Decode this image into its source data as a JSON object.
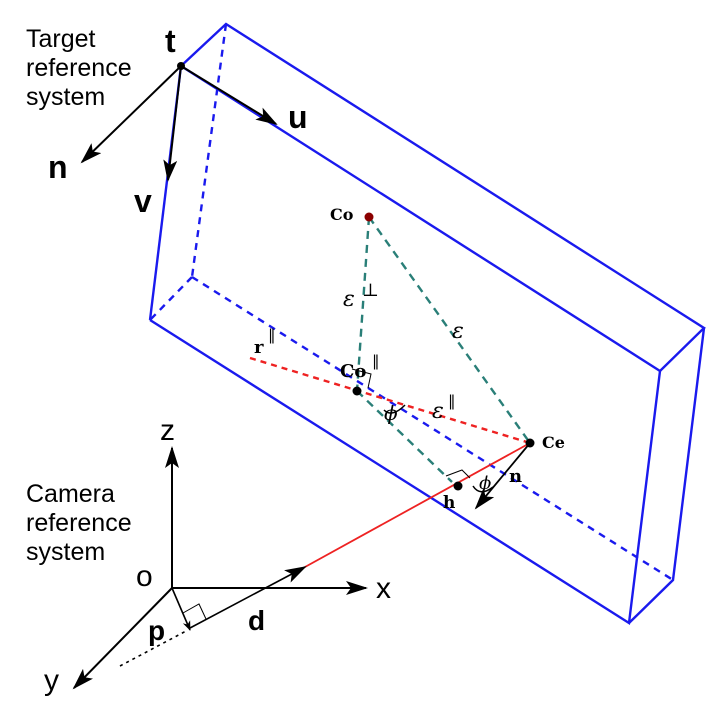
{
  "colors": {
    "box": "#1a1aee",
    "axes": "#000000",
    "error": "#2a7f78",
    "ray": "#ee2222",
    "co_point": "#8b0000"
  },
  "target_frame": {
    "label_line1": "Target",
    "label_line2": "reference",
    "label_line3": "system",
    "origin": "t",
    "axis_u": "u",
    "axis_v": "v",
    "axis_n": "n"
  },
  "camera_frame": {
    "label_line1": "Camera",
    "label_line2": "reference",
    "label_line3": "system",
    "origin": "o",
    "axis_x": "x",
    "axis_y": "y",
    "axis_z": "z",
    "p": "p",
    "d": "d"
  },
  "points": {
    "co": "Co",
    "co_par": "Co",
    "ce": "Ce",
    "h": "h",
    "n": "n",
    "r_par": "r"
  },
  "symbols": {
    "eps": "ε",
    "eps_perp": "ε",
    "eps_par": "ε",
    "perp_sup": "⊥",
    "par_sup": "‖",
    "phi": "ϕ"
  }
}
